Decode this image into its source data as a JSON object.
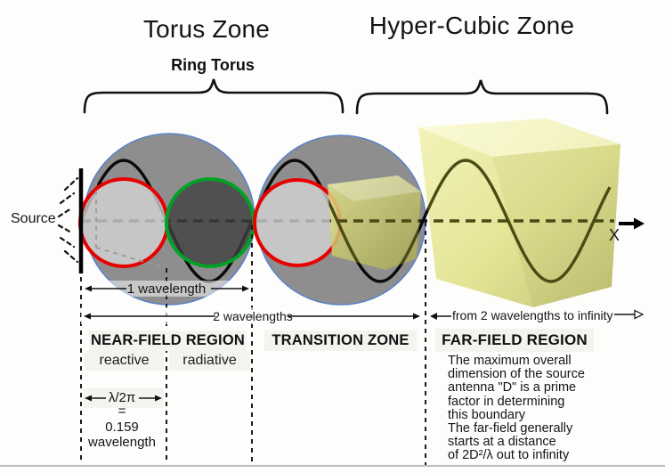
{
  "titles": {
    "torus_zone": "Torus Zone",
    "hyper_cubic_zone": "Hyper-Cubic Zone",
    "ring_torus": "Ring Torus"
  },
  "source": {
    "label": "Source"
  },
  "axis": {
    "label": "X"
  },
  "measurements": {
    "one_wavelength": "1 wavelength",
    "two_wavelengths": "2 wavelengths",
    "far_field_range": "from 2 wavelengths to infinity",
    "lambda_expr": "λ/2π",
    "equals_sign": "=",
    "lambda_value": "0.159",
    "lambda_unit": "wavelength"
  },
  "regions": {
    "near_field": {
      "title": "NEAR-FIELD REGION",
      "reactive": "reactive",
      "radiative": "radiative"
    },
    "transition": {
      "title": "TRANSITION ZONE"
    },
    "far_field": {
      "title": "FAR-FIELD REGION",
      "description_lines": [
        "The maximum overall",
        "dimension of the source",
        "antenna \"D\" is a prime",
        "factor in determining",
        "this boundary",
        "The far-field generally",
        "starts at a distance",
        "of 2D²/λ out to infinity"
      ]
    }
  },
  "colors": {
    "background": "#fdfdfc",
    "large_sphere_fill": "#8e8e8e",
    "sphere_outline": "#5b84c8",
    "reactive_ring": "#e60000",
    "radiative_ring": "#00a226",
    "inner_light_fill": "#d6d6d6",
    "inner_dark_fill": "#3f3f3f",
    "cube_fill_light": "#f5f5b2",
    "cube_fill_dark": "#b9b961",
    "wave_stroke": "#111111",
    "wave_in_cube_stroke": "#4b4b17",
    "region_box_bg": "#f3f3f0",
    "bottom_rule": "#b9bfc1"
  }
}
